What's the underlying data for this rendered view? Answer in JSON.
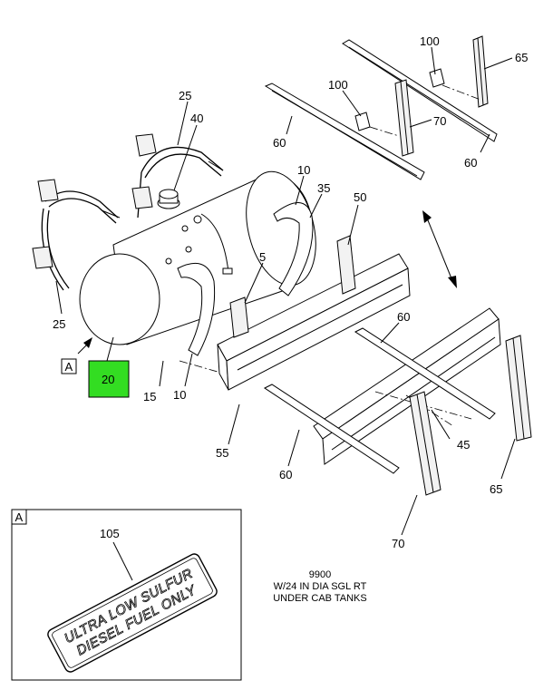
{
  "callouts": {
    "c100a": "100",
    "c65a": "65",
    "c100b": "100",
    "c70a": "70",
    "c60a": "60",
    "c60b": "60",
    "c25a": "25",
    "c40": "40",
    "c10a": "10",
    "c35": "35",
    "c50": "50",
    "c5": "5",
    "c25b": "25",
    "c60c": "60",
    "c15": "15",
    "c10b": "10",
    "c55": "55",
    "c45": "45",
    "c60d": "60",
    "c65b": "65",
    "c70b": "70",
    "c105": "105"
  },
  "highlight": {
    "label": "20",
    "color": "#33dd22"
  },
  "detail_marker": "A",
  "detail_box_label": "A",
  "decal": {
    "line1": "ULTRA LOW SULFUR",
    "line2": "DIESEL FUEL ONLY"
  },
  "caption": {
    "line1": "9900",
    "line2": "W/24 IN DIA SGL RT",
    "line3": "UNDER CAB TANKS"
  }
}
